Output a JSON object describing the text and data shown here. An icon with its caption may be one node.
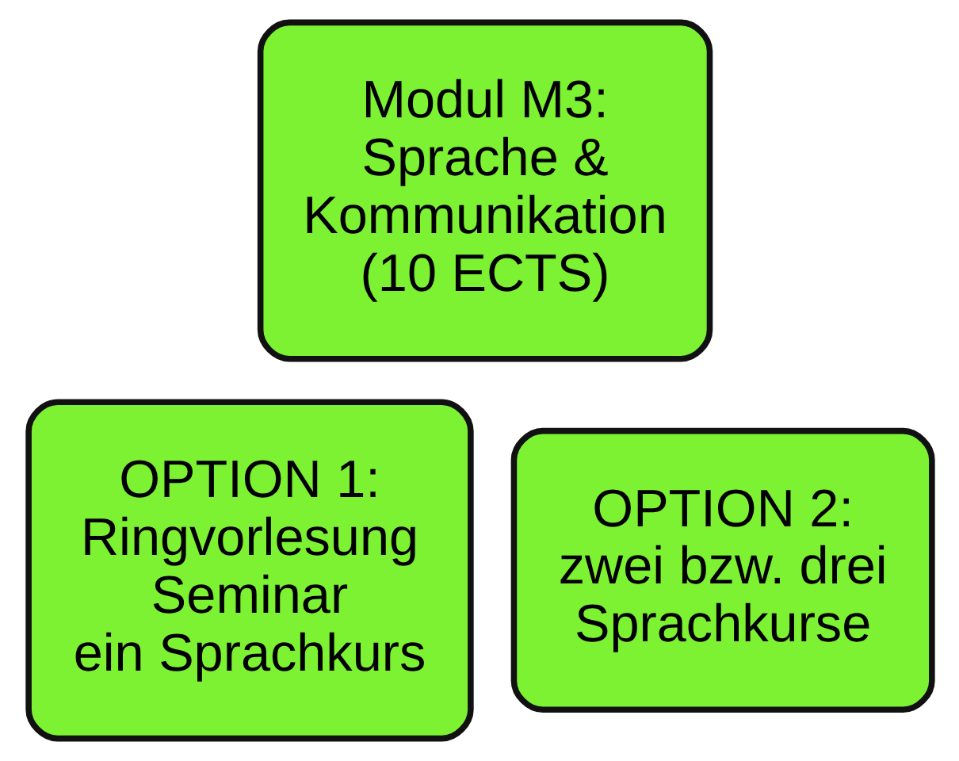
{
  "diagram": {
    "nodes": [
      {
        "text": [
          "Modul M3:",
          "Sprache & Kommunikation (10 ECTS)"
        ]
      },
      {
        "text": [
          "OPTION 1:",
          "Ringvorlesung",
          "Seminar",
          "ein Sprachkurs"
        ]
      },
      {
        "text": [
          "OPTION 2:",
          "zwei bzw. drei Sprachkurse"
        ]
      }
    ],
    "edges": []
  }
}
